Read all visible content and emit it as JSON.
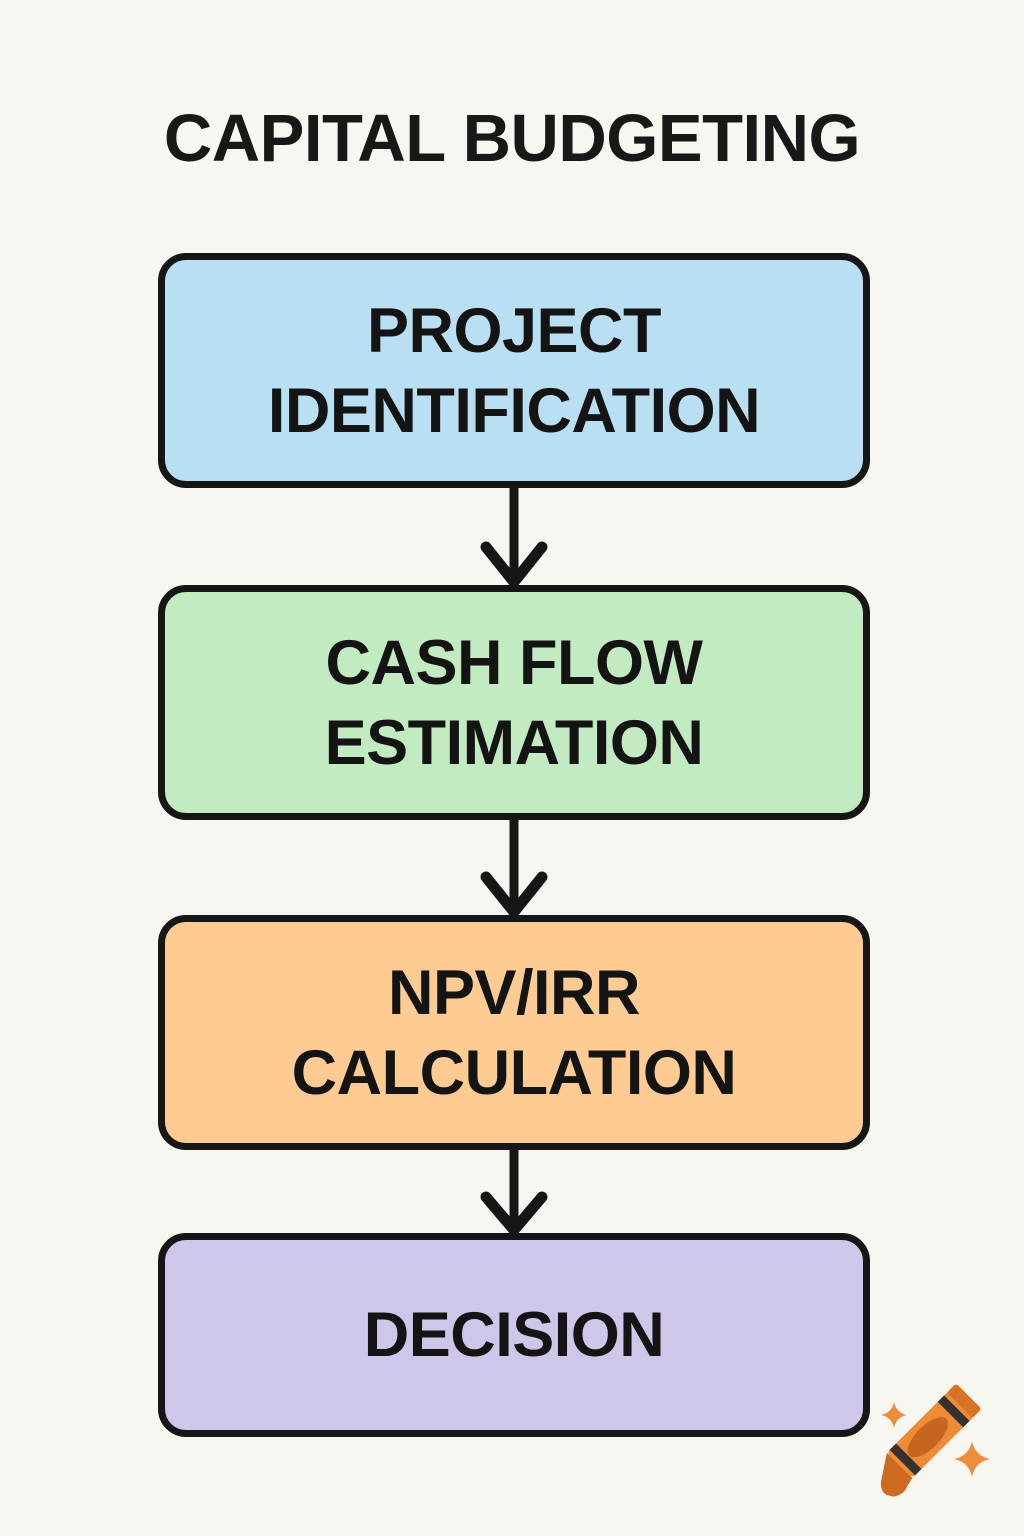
{
  "page": {
    "title": "CAPITAL BUDGETING",
    "background_color": "#F8F6F1",
    "text_color": "#161616"
  },
  "flowchart": {
    "border_color": "#161616",
    "steps": [
      {
        "id": "project-identification",
        "label": "PROJECT\nIDENTIFICATION",
        "fill": "#B9DFF2"
      },
      {
        "id": "cash-flow-estimation",
        "label": "CASH FLOW\nESTIMATION",
        "fill": "#C2EBC2"
      },
      {
        "id": "npv-irr-calculation",
        "label": "NPV/IRR\nCALCULATION",
        "fill": "#FECC93"
      },
      {
        "id": "decision",
        "label": "DECISION",
        "fill": "#CFC6EA"
      }
    ],
    "connectors": [
      {
        "from": "project-identification",
        "to": "cash-flow-estimation",
        "icon": "arrow-down-icon"
      },
      {
        "from": "cash-flow-estimation",
        "to": "npv-irr-calculation",
        "icon": "arrow-down-icon"
      },
      {
        "from": "npv-irr-calculation",
        "to": "decision",
        "icon": "arrow-down-icon"
      }
    ],
    "arrow_color": "#161616"
  },
  "decorations": {
    "crayon": {
      "icon": "crayon-icon",
      "body_color": "#ED8B36",
      "label_color": "#C4661F",
      "stripe_color": "#35312E",
      "sparkle_color": "#EE8C3C"
    }
  }
}
